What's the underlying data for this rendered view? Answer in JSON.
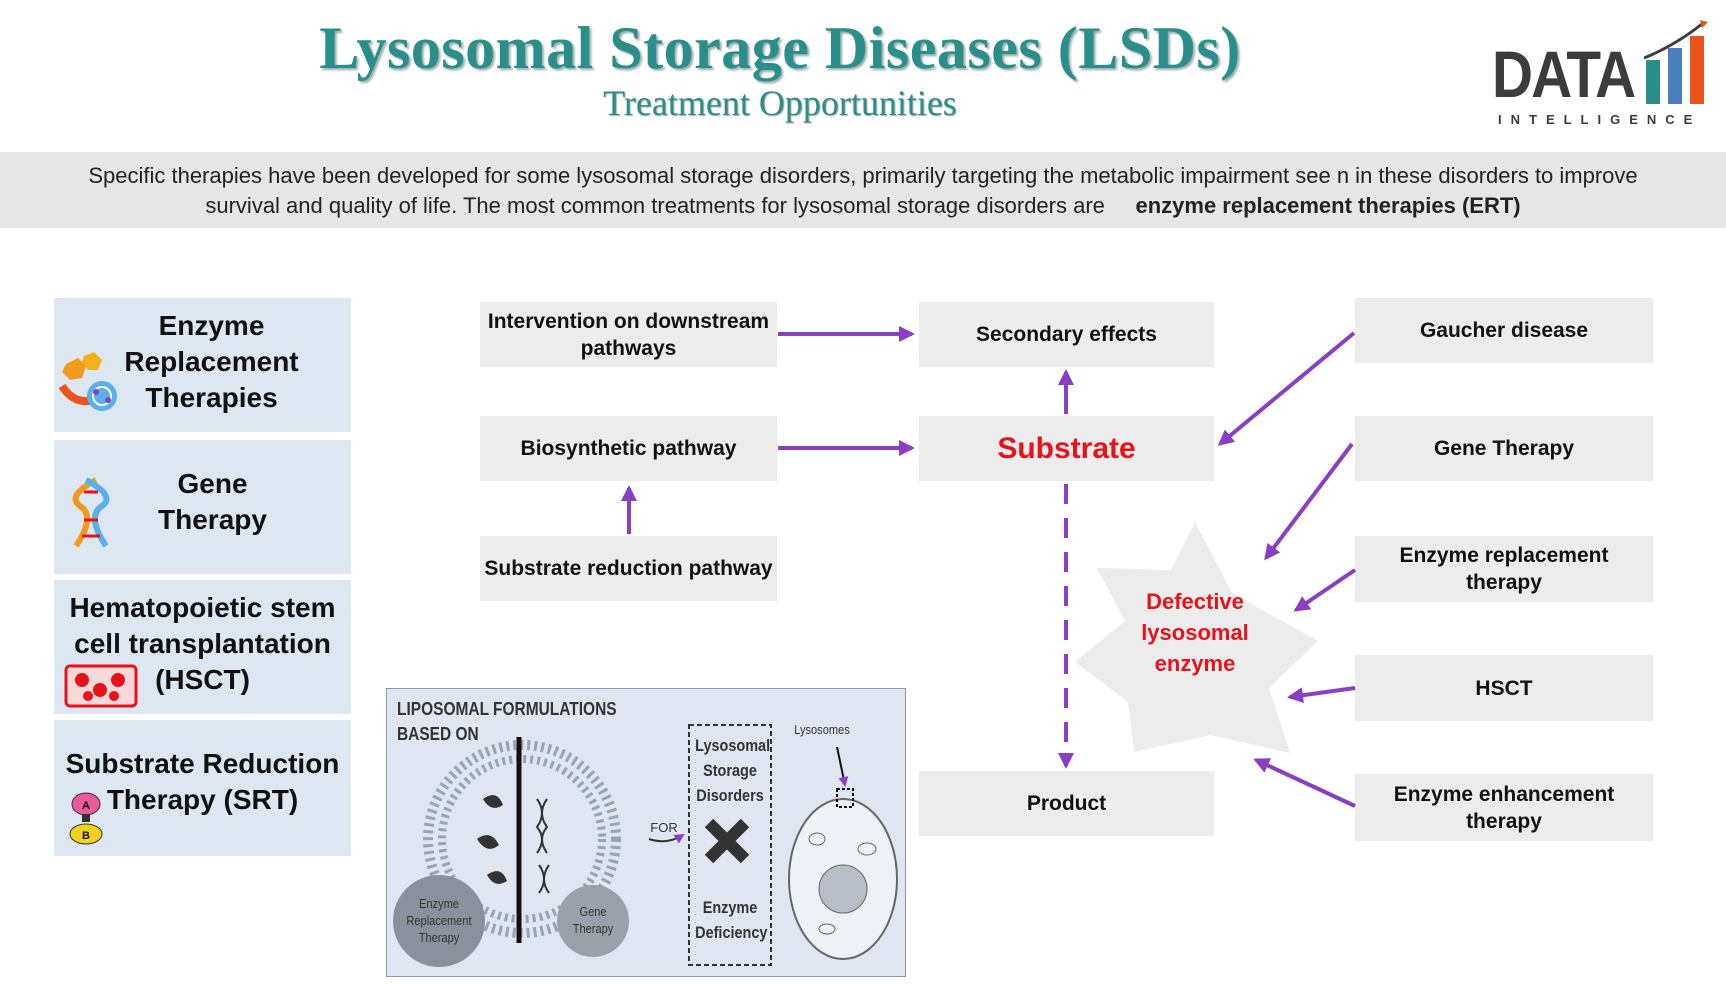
{
  "header": {
    "title": "Lysosomal Storage Diseases (LSDs)",
    "subtitle": "Treatment Opportunities"
  },
  "logo": {
    "word": "DATA",
    "tagline": "INTELLIGENCE",
    "accent_colors": [
      "#2a8e8a",
      "#4a7fc0",
      "#e8541b"
    ]
  },
  "intro": {
    "line1": "Specific therapies have been developed for some lysosomal storage disorders, primarily targeting the metabolic impairment see    n in these disorders to improve",
    "line2_prefix": "survival and quality of life. The most common treatments for lysosomal storage disorders are",
    "line2_bold": "enzyme replacement therapies (ERT)"
  },
  "sidebar": {
    "items": [
      {
        "label": "Enzyme Replacement Therapies",
        "icon": "enzyme-icon"
      },
      {
        "label": "Gene Therapy",
        "icon": "dna-icon"
      },
      {
        "label": "Hematopoietic stem cell transplantation (HSCT)",
        "icon": "blood-cells-icon"
      },
      {
        "label": "Substrate Reduction Therapy (SRT)",
        "icon": "substrate-ab-icon"
      }
    ]
  },
  "diagram": {
    "left_boxes": {
      "downstream": "Intervention on downstream pathways",
      "biosynthetic": "Biosynthetic pathway",
      "reduction": "Substrate reduction pathway"
    },
    "center_boxes": {
      "secondary": "Secondary effects",
      "substrate": "Substrate",
      "product": "Product",
      "defective": "Defective lysosomal enzyme"
    },
    "right_boxes": {
      "gaucher": "Gaucher disease",
      "gene": "Gene Therapy",
      "ert": "Enzyme replacement therapy",
      "hsct": "HSCT",
      "eet": "Enzyme enhancement therapy"
    },
    "colors": {
      "arrow": "#8a3fc3",
      "highlight": "#e8121b",
      "box": "#ececec"
    }
  },
  "figure": {
    "title_line1": "LIPOSOMAL FORMULATIONS",
    "title_line2": "BASED ON",
    "left_bubble": "Enzyme Replacement Therapy",
    "right_bubble": "Gene Therapy",
    "for_label": "FOR",
    "box_top": "Lysosomal Storage Disorders",
    "box_bottom": "Enzyme Deficiency",
    "lysosomes": "Lysosomes"
  }
}
